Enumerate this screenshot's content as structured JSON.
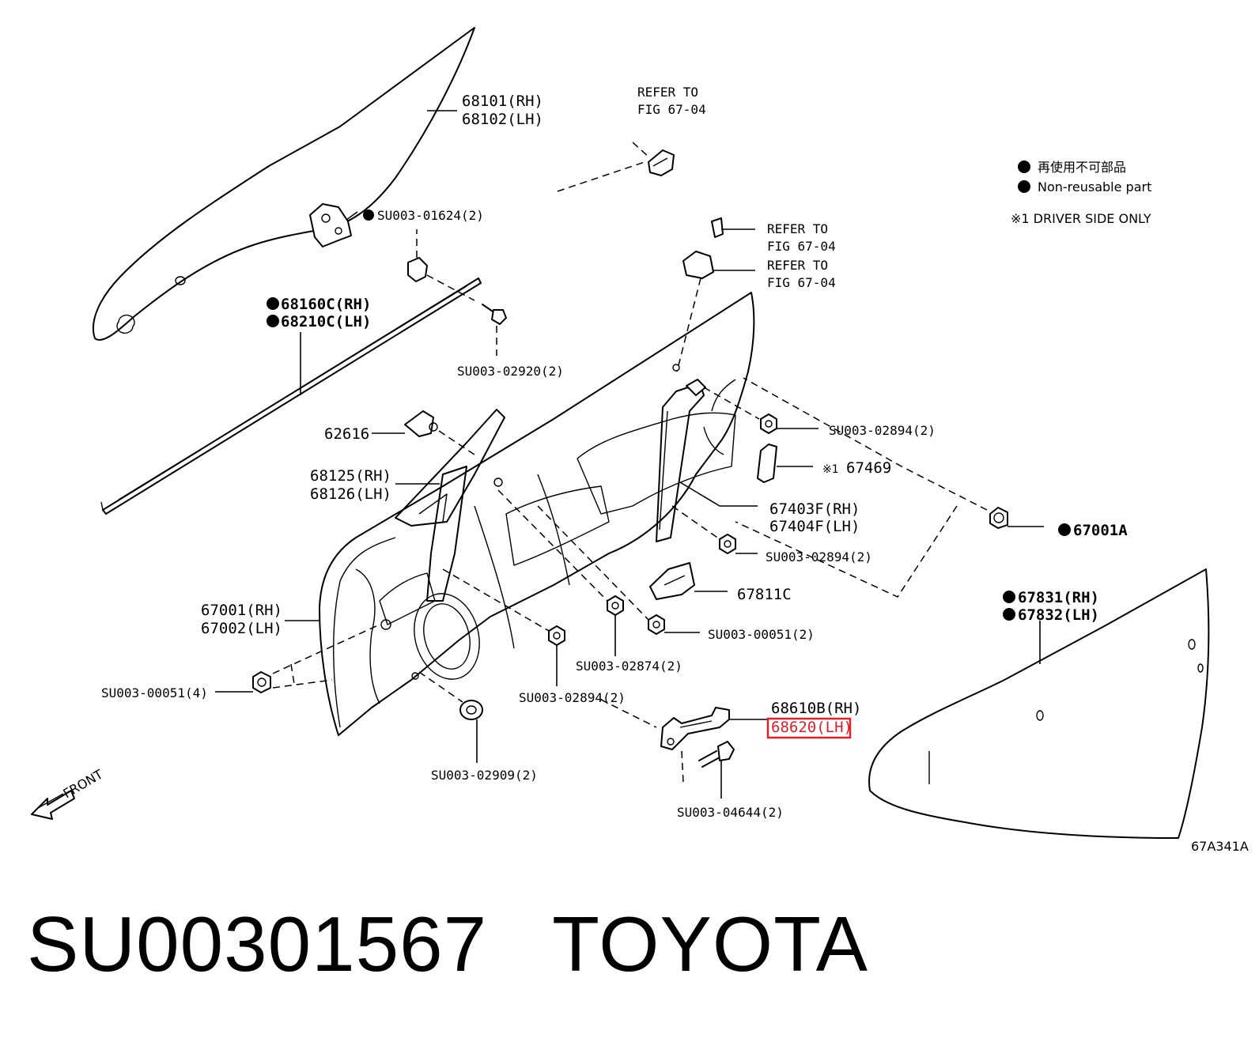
{
  "legend": {
    "line1": "再使用不可部品",
    "line2": "Non-reusable part",
    "note": "※1 DRIVER SIDE ONLY"
  },
  "callouts": {
    "c68101": "68101(RH)",
    "c68102": "68102(LH)",
    "refer_fig_a1": "REFER TO",
    "refer_fig_a2": "FIG 67-04",
    "refer_fig_b1": "REFER TO",
    "refer_fig_b2": "FIG 67-04",
    "refer_fig_c1": "REFER TO",
    "refer_fig_c2": "FIG 67-04",
    "su01624": "SU003-01624(2)",
    "c68160c": "68160C(RH)",
    "c68210c": "68210C(LH)",
    "su02920": "SU003-02920(2)",
    "c62616": "62616",
    "su02894_a": "SU003-02894(2)",
    "c67469_mark": "※1",
    "c67469": "67469",
    "c68125": "68125(RH)",
    "c68126": "68126(LH)",
    "c67403f": "67403F(RH)",
    "c67404f": "67404F(LH)",
    "c67001a": "67001A",
    "su02894_b": "SU003-02894(2)",
    "c67811c": "67811C",
    "c67001": "67001(RH)",
    "c67002": "67002(LH)",
    "c67831": "67831(RH)",
    "c67832": "67832(LH)",
    "su00051_a": "SU003-00051(2)",
    "su02874": "SU003-02874(2)",
    "su00051_b": "SU003-00051(4)",
    "su02894_c": "SU003-02894(2)",
    "c68610b": "68610B(RH)",
    "c68620": "68620(LH)",
    "su02909": "SU003-02909(2)",
    "su04644": "SU003-04644(2)",
    "front": "FRONT",
    "figure_code": "67A341A"
  },
  "highlight_color": "#e0202a",
  "caption": {
    "part_number": "SU00301567",
    "brand": "TOYOTA"
  }
}
